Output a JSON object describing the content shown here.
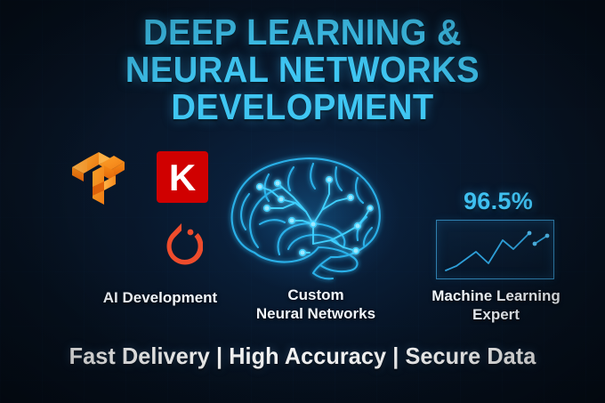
{
  "poster": {
    "background_color": "#050c17",
    "accent_color": "#3fc6f2",
    "title_lines": [
      "DEEP LEARNING &",
      "NEURAL NETWORKS",
      "DEVELOPMENT"
    ],
    "tagline": "Fast Delivery | High Accuracy | Secure Data"
  },
  "columns": [
    {
      "id": "ai-development",
      "label": "AI Development",
      "logos": [
        {
          "name": "tensorflow-logo",
          "alt": "TensorFlow",
          "color": "#f79320"
        },
        {
          "name": "keras-logo",
          "alt": "Keras",
          "letter": "K",
          "color": "#d00000"
        },
        {
          "name": "pytorch-logo",
          "alt": "PyTorch",
          "color": "#ee4c2c"
        }
      ]
    },
    {
      "id": "custom-neural-networks",
      "label_line1": "Custom",
      "label_line2": "Neural Networks",
      "illustration": "brain-circuit",
      "color": "#29a8e0"
    },
    {
      "id": "machine-learning-expert",
      "label_line1": "Machine Learning",
      "label_line2": "Expert",
      "accuracy": "96.5%",
      "color": "#3fc0f0"
    }
  ],
  "chart_data": {
    "type": "line",
    "title": "96.5%",
    "xlabel": "",
    "ylabel": "",
    "grid": false,
    "legend": "none",
    "series": [
      {
        "name": "accuracy-trend",
        "x": [
          0,
          1,
          2,
          3,
          4,
          5,
          6,
          7,
          8
        ],
        "values": [
          8,
          14,
          34,
          18,
          52,
          42,
          68,
          46,
          62
        ]
      }
    ],
    "markers": [
      {
        "x": 6,
        "y": 68
      },
      {
        "x": 7,
        "y": 46
      },
      {
        "x": 8,
        "y": 62
      }
    ],
    "xlim": [
      0,
      8
    ],
    "ylim": [
      0,
      80
    ],
    "line_color": "#2e9fd8"
  }
}
